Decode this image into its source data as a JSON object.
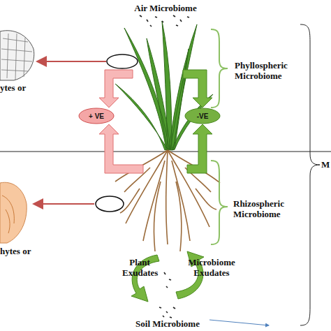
{
  "diagram": {
    "nodes": [
      {
        "text": [
          "+ VE"
        ]
      },
      {
        "text": [
          "-VE"
        ]
      }
    ],
    "labels": [
      "Air Microbiome",
      "ytes or",
      "Phyllospheric Microbiome",
      "M",
      "hytes or",
      "Rhizospheric Microbiome",
      "Plant Exudates",
      "Microbiome Exudates",
      "Soil Microbiome"
    ]
  }
}
